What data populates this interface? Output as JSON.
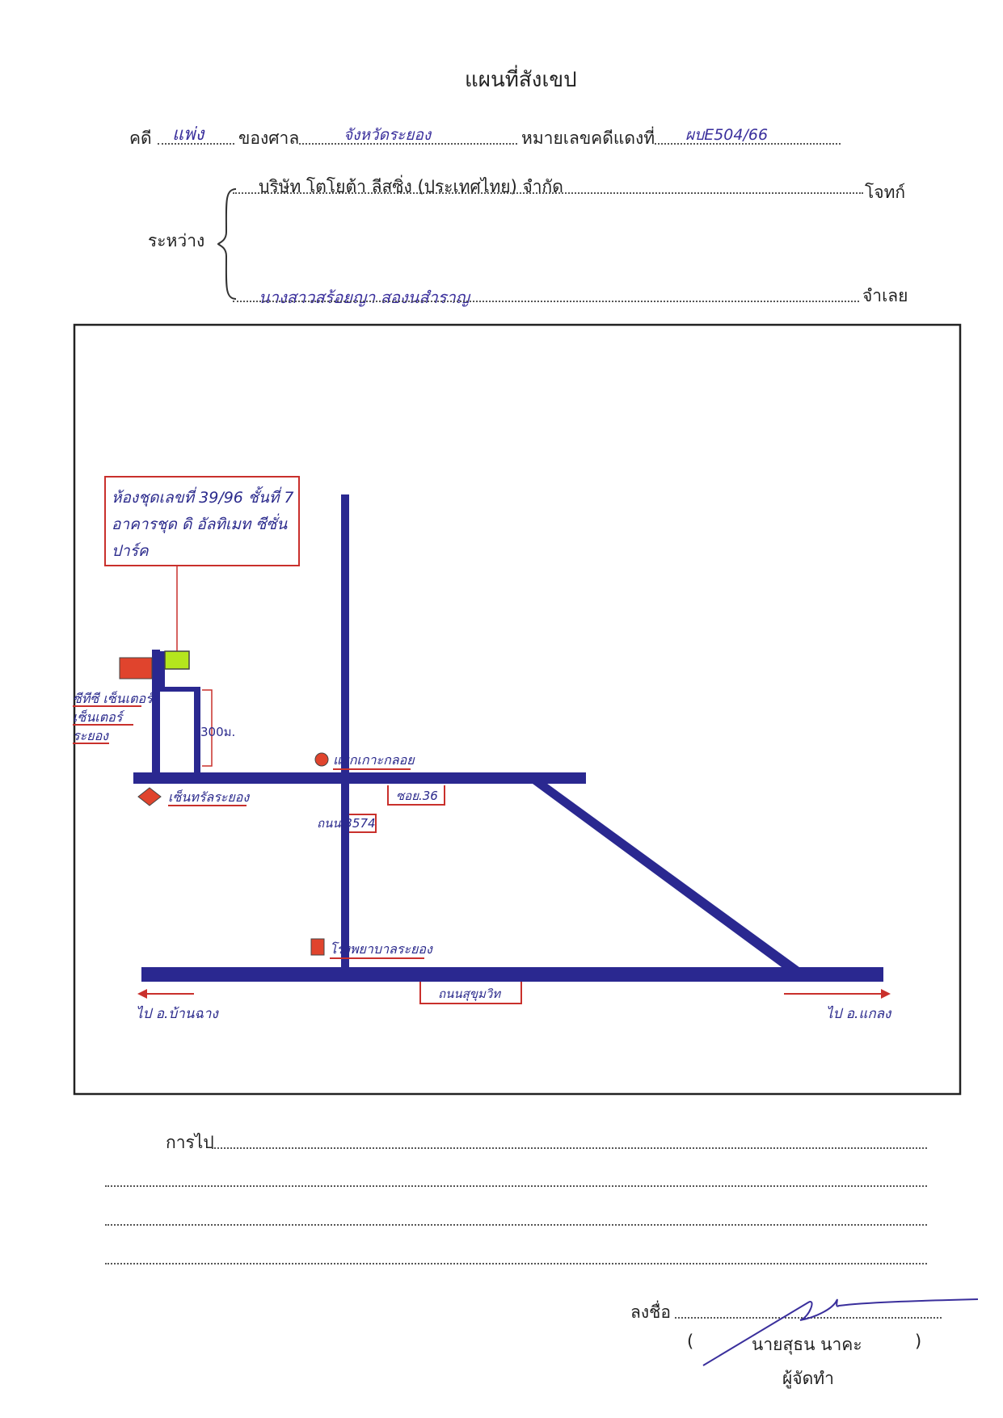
{
  "header": {
    "title": "แผนที่สังเขป",
    "case_label": "คดี",
    "case_type": "แพ่ง",
    "court_label": "ของศาล",
    "court_name": "จังหวัดระยอง",
    "red_case_label": "หมายเลขคดีแดงที่",
    "red_case_no": "ผบE504/66",
    "between_label": "ระหว่าง",
    "plaintiff": "บริษัท โตโยต้า ลีสซิ่ง (ประเทศไทย) จำกัด",
    "plaintiff_label": "โจทก์",
    "defendant": "นางสาวสร้อยญา สองนสำราญ",
    "defendant_label": "จำเลย"
  },
  "map": {
    "target_note": {
      "line1": "ห้องชุดเลขที่ 39/96 ชั้นที่ 7",
      "line2": "อาคารชุด ดิ อัลทิเมท ซีซั่น",
      "line3": "ปาร์ค"
    },
    "landmarks": {
      "central_left_1": "ซีทีซี เซ็นเตอร์",
      "central_left_2": "เซ็นเตอร์",
      "central_left_3": "ระยอง",
      "central_plaza": "เซ็นทรัลระยอง",
      "intersection": "แยกเกาะกลอย",
      "soi": "ซอย.36",
      "road_3574": "ถนน.3574",
      "hospital": "โรงพยาบาลระยอง",
      "main_road": "ถนนสุขุมวิท",
      "distance": "300ม.",
      "left_direction": "ไป อ.บ้านฉาง",
      "right_direction": "ไป อ.แกลง"
    },
    "colors": {
      "road": "#2a2890",
      "annotation": "#c9302c",
      "target_building": "#b5e61d",
      "landmark": "#e0442d"
    }
  },
  "footer": {
    "directions_label": "การไป",
    "sign_label": "ลงชื่อ",
    "signer_name": "นายสุธน นาคะ",
    "paren_open": "(",
    "paren_close": ")",
    "signer_role": "ผู้จัดทำ"
  }
}
